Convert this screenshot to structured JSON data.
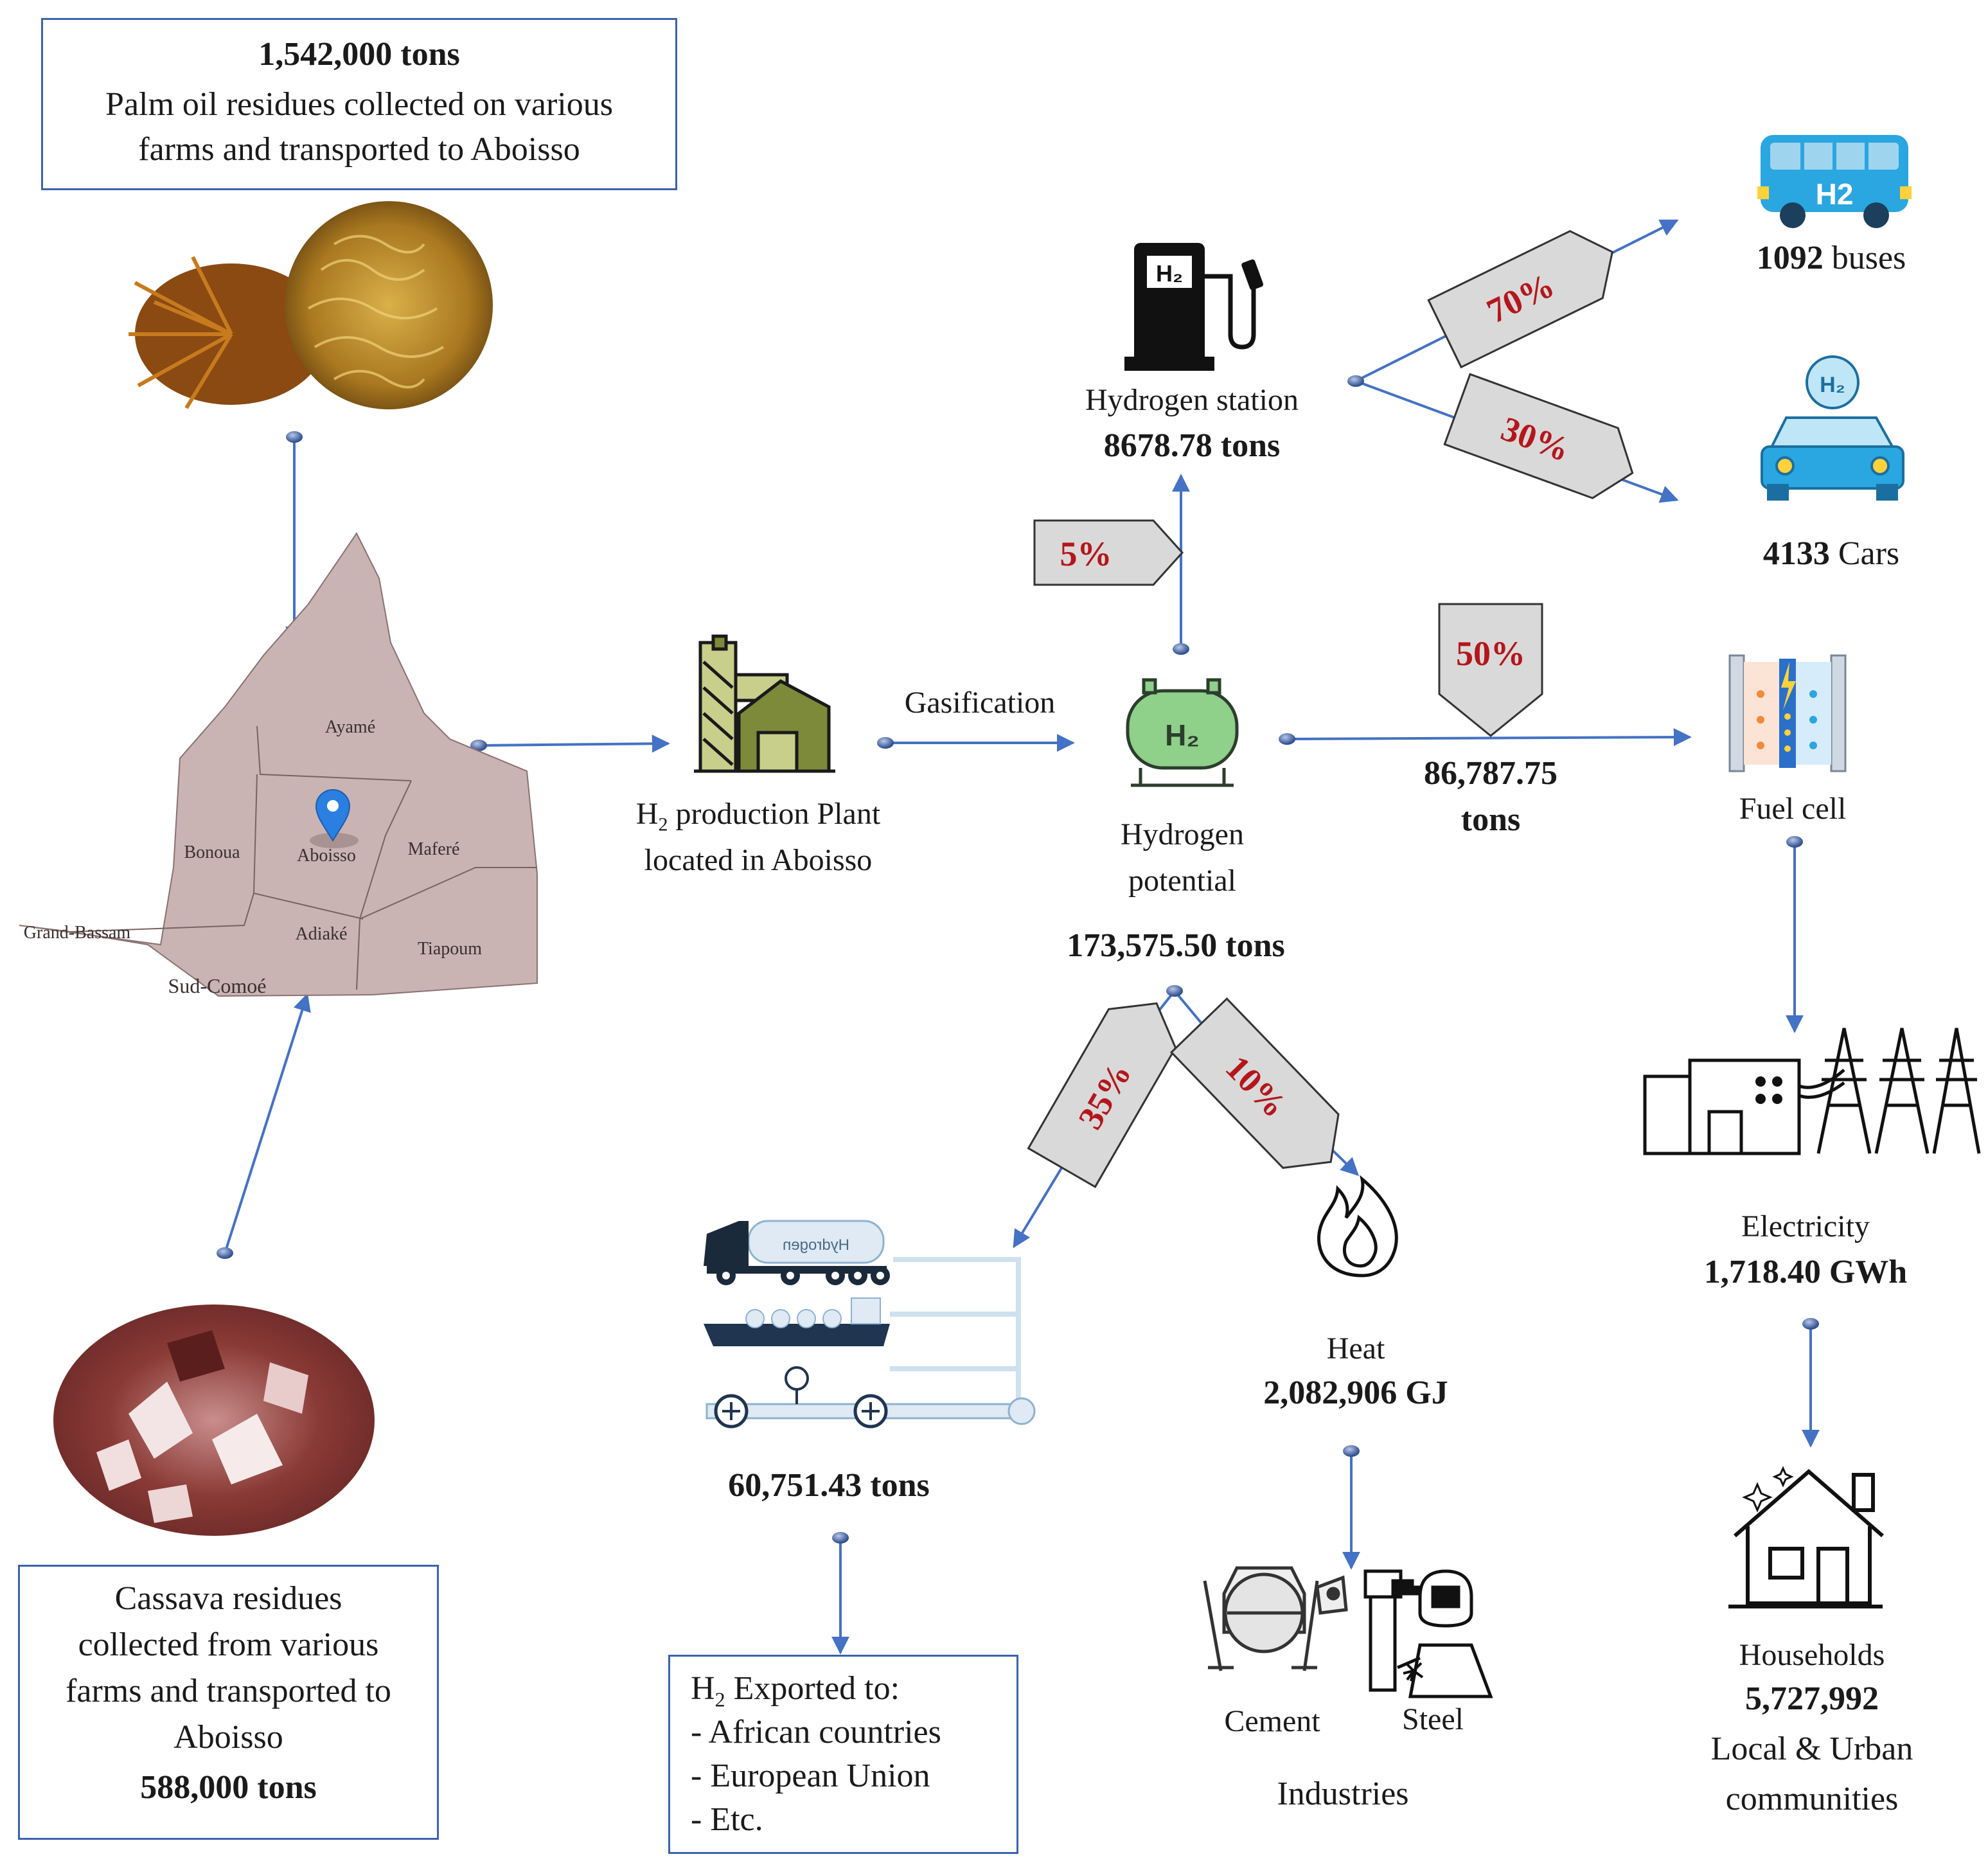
{
  "palm": {
    "amount": "1,542,000 tons",
    "desc_line1": "Palm oil residues collected on various",
    "desc_line2": "farms and transported to Aboisso"
  },
  "cassava": {
    "line1": "Cassava residues",
    "line2": "collected from various",
    "line3": "farms and transported to",
    "line4": "Aboisso",
    "amount": "588,000 tons"
  },
  "map": {
    "regions": [
      "Ayamé",
      "Bonoua",
      "Aboisso",
      "Maferé",
      "Grand-Bassam",
      "Adiaké",
      "Tiapoum",
      "Sud-Comoé"
    ]
  },
  "plant": {
    "line1": "H",
    "sub": "2",
    "line1b": " production Plant",
    "line2": "located in Aboisso"
  },
  "gasification": "Gasification",
  "potential": {
    "line1": "Hydrogen",
    "line2": "potential",
    "amount": "173,575.50 tons"
  },
  "station": {
    "label": "Hydrogen station",
    "amount": "8678.78 tons"
  },
  "percents": {
    "station": "5%",
    "buses": "70%",
    "cars": "30%",
    "fuelcell": "50%",
    "export": "35%",
    "heat": "10%"
  },
  "buses": {
    "num": "1092",
    "unit": " buses"
  },
  "cars": {
    "num": "4133",
    "unit": " Cars"
  },
  "fuelcell_flow": {
    "line1": "86,787.75",
    "line2": "tons"
  },
  "fuelcell": "Fuel cell",
  "electricity": {
    "label": "Electricity",
    "amount": "1,718.40 GWh"
  },
  "households": {
    "label": "Households",
    "amount": "5,727,992",
    "line1": "Local & Urban",
    "line2": "communities"
  },
  "export": {
    "amount": "60,751.43 tons",
    "head": "H",
    "sub": "2",
    "head_rest": " Exported to:",
    "items": [
      "- African countries",
      "- European Union",
      "- Etc."
    ]
  },
  "truck_text": "Hydrogen",
  "heat": {
    "label": "Heat",
    "amount": "2,082,906 GJ"
  },
  "industries": {
    "cement": "Cement",
    "steel": "Steel",
    "label": "Industries"
  },
  "icons": {
    "station": "hydrogen-pump-icon",
    "bus": "hydrogen-bus-icon",
    "car": "hydrogen-car-icon",
    "tank": "hydrogen-tank-icon",
    "plant": "factory-icon",
    "fuelcell": "fuel-cell-icon",
    "grid": "power-grid-icon",
    "house": "house-icon",
    "flame": "flame-icon",
    "cement": "cement-mixer-icon",
    "steel": "welder-icon"
  },
  "colors": {
    "arrow": "#4472c4",
    "box_border": "#3a62b0",
    "tag_fill": "#d9d9d9",
    "percent_text": "#b4161b",
    "map_fill": "#c9b3b3",
    "icon_green": "#8fd08a",
    "icon_blue": "#2aa6e0"
  }
}
